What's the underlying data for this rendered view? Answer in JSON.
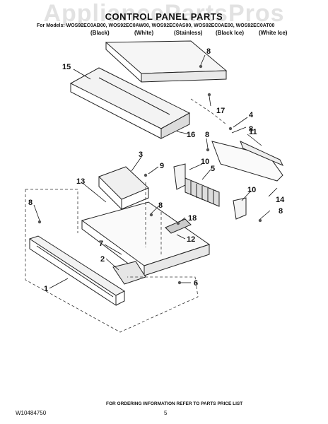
{
  "header": {
    "watermark": "AppliancePartsPros",
    "title": "CONTROL PANEL PARTS",
    "models_line": "For Models: WOS92EC0AB00, WOS92EC0AW00, WOS92EC0AS00, WOS92EC0AE00, WOS92EC0AT00",
    "variants": [
      "(Black)",
      "(White)",
      "(Stainless)",
      "(Black Ice)",
      "(White Ice)"
    ]
  },
  "callouts": [
    "1",
    "2",
    "3",
    "4",
    "5",
    "6",
    "7",
    "8",
    "8",
    "8",
    "8",
    "8",
    "8",
    "9",
    "10",
    "10",
    "11",
    "12",
    "13",
    "14",
    "15",
    "16",
    "17",
    "18"
  ],
  "footer": {
    "doc_id": "W10484750",
    "note": "FOR ORDERING INFORMATION REFER TO PARTS PRICE LIST",
    "page": "5"
  }
}
